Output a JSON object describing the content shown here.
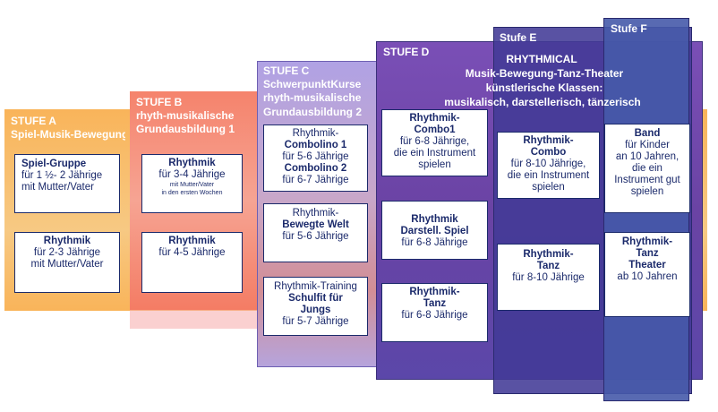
{
  "stages": {
    "a": {
      "label": "STUFE A",
      "title_lines": [
        "Spiel-Musik-Bewegung"
      ]
    },
    "b": {
      "label": "STUFE B",
      "title_lines": [
        "rhyth-musikalische",
        "Grundausbildung 1"
      ]
    },
    "c": {
      "label": "STUFE C",
      "title_lines": [
        "SchwerpunktKurse",
        "rhyth-musikalische",
        "Grundausbildung 2"
      ]
    },
    "d": {
      "label": "STUFE D"
    },
    "e": {
      "label": "Stufe E"
    },
    "f": {
      "label": "Stufe F"
    }
  },
  "header": {
    "line1": "RHYTHMICAL",
    "line2": "Musik-Bewegung-Tanz-Theater",
    "line3": "künstlerische Klassen:",
    "line4": "musikalisch, darstellerisch, tänzerisch"
  },
  "cards": {
    "a1": {
      "lines": [
        {
          "t": "Spiel-Gruppe",
          "b": true
        },
        {
          "t": "für 1 ½- 2 Jährige"
        },
        {
          "t": "mit Mutter/Vater"
        }
      ]
    },
    "a2": {
      "lines": [
        {
          "t": "Rhythmik",
          "b": true
        },
        {
          "t": "für 2-3 Jährige"
        },
        {
          "t": "mit Mutter/Vater"
        }
      ]
    },
    "b1": {
      "lines": [
        {
          "t": "Rhythmik",
          "b": true
        },
        {
          "t": "für 3-4 Jährige"
        },
        {
          "t": "mit Mutter/Vater",
          "s": true
        },
        {
          "t": "in den ersten Wochen",
          "s": true
        }
      ]
    },
    "b2": {
      "lines": [
        {
          "t": "Rhythmik",
          "b": true
        },
        {
          "t": "für 4-5 Jährige"
        }
      ]
    },
    "c1": {
      "lines": [
        {
          "t": "Rhythmik-"
        },
        {
          "t": "Combolino 1",
          "b": true
        },
        {
          "t": "für 5-6 Jährige"
        },
        {
          "t": "Combolino 2",
          "b": true
        },
        {
          "t": "für 6-7 Jährige"
        }
      ]
    },
    "c2": {
      "lines": [
        {
          "t": "Rhythmik-"
        },
        {
          "t": "Bewegte Welt",
          "b": true
        },
        {
          "t": "für 5-6 Jährige"
        }
      ]
    },
    "c3": {
      "lines": [
        {
          "t": "Rhythmik-Training"
        },
        {
          "t": "Schulfit für",
          "b": true
        },
        {
          "t": "Jungs",
          "b": true
        },
        {
          "t": "für 5-7 Jährige"
        }
      ]
    },
    "d1": {
      "lines": [
        {
          "t": "Rhythmik-",
          "b": true
        },
        {
          "t": "Combo1",
          "b": true
        },
        {
          "t": "für 6-8 Jährige,"
        },
        {
          "t": "die ein Instrument"
        },
        {
          "t": "spielen"
        }
      ]
    },
    "d2": {
      "lines": [
        {
          "t": "Rhythmik",
          "b": true
        },
        {
          "t": "Darstell. Spiel",
          "b": true
        },
        {
          "t": "für  6-8 Jährige"
        }
      ]
    },
    "d3": {
      "lines": [
        {
          "t": "Rhythmik-",
          "b": true
        },
        {
          "t": "Tanz",
          "b": true
        },
        {
          "t": "für 6-8 Jährige"
        }
      ]
    },
    "e1": {
      "lines": [
        {
          "t": "Rhythmik-",
          "b": true
        },
        {
          "t": "Combo",
          "b": true
        },
        {
          "t": "für 8-10 Jährige,"
        },
        {
          "t": "die ein Instrument"
        },
        {
          "t": "spielen"
        }
      ]
    },
    "e2": {
      "lines": [
        {
          "t": "Rhythmik-",
          "b": true
        },
        {
          "t": "Tanz",
          "b": true
        },
        {
          "t": "für 8-10 Jährige"
        }
      ]
    },
    "f1": {
      "lines": [
        {
          "t": "Band",
          "b": true
        },
        {
          "t": "für Kinder"
        },
        {
          "t": "an 10 Jahren,"
        },
        {
          "t": "die ein"
        },
        {
          "t": "Instrument gut"
        },
        {
          "t": "spielen"
        }
      ]
    },
    "f2": {
      "lines": [
        {
          "t": "Rhythmik-",
          "b": true
        },
        {
          "t": "Tanz",
          "b": true
        },
        {
          "t": "Theater",
          "b": true
        },
        {
          "t": "ab 10 Jahren"
        }
      ]
    }
  },
  "colors": {
    "stufe_a": "#f9b45a",
    "stufe_b": "#f4806a",
    "stufe_c": "#a89ce0",
    "stufe_d": "#6a45a8",
    "stufe_e": "#4a3f9a",
    "stufe_f": "#3d4fa6",
    "card_text": "#1b2a6b"
  }
}
